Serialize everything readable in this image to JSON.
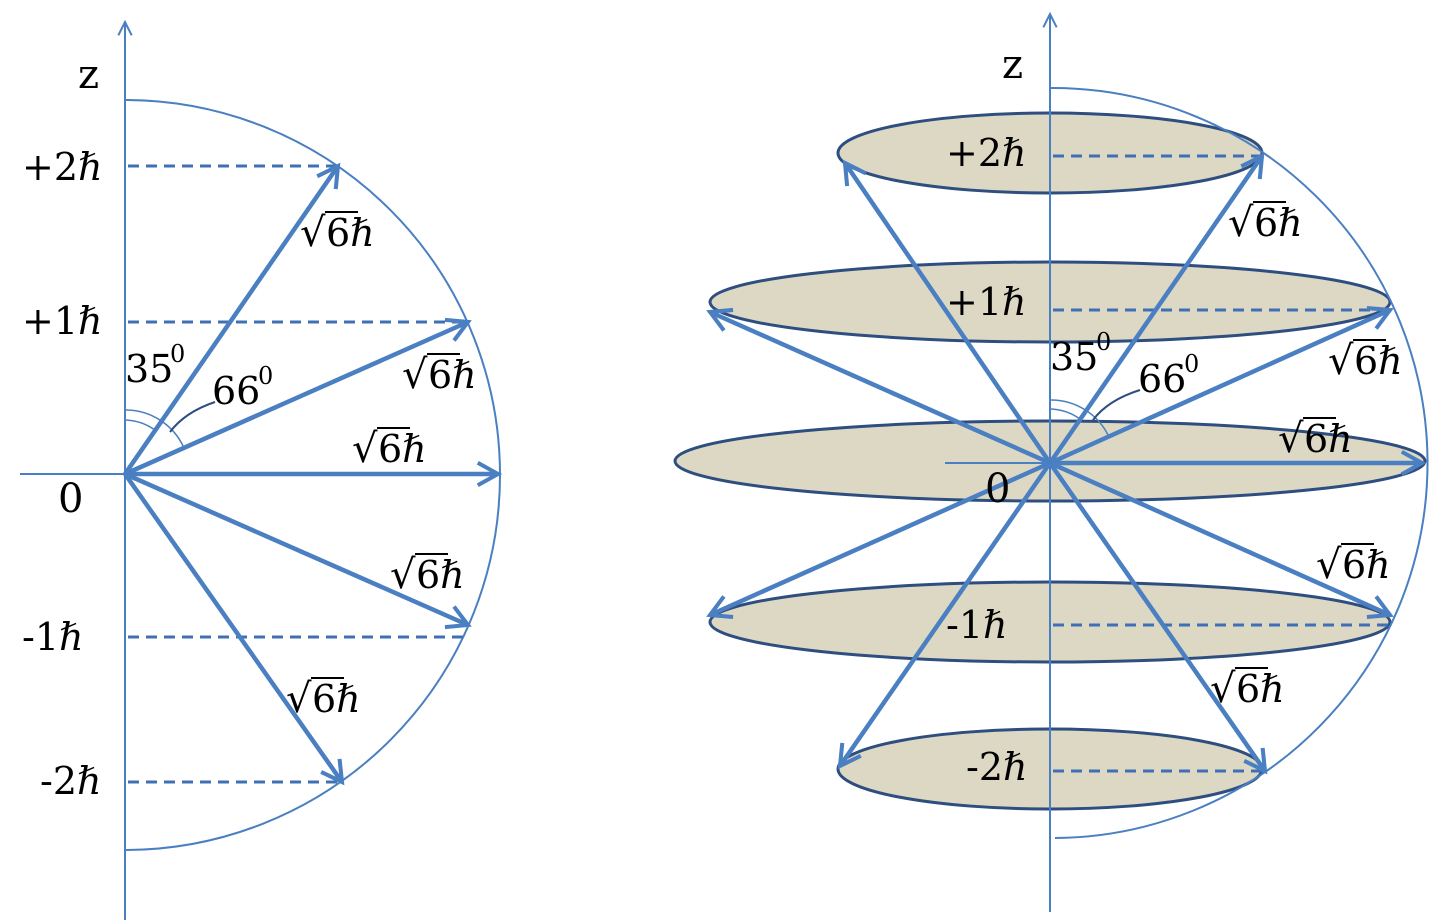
{
  "colors": {
    "vector": "#4a7fc1",
    "axis": "#4a7fc1",
    "dashed": "#3f6fb4",
    "ellipse_fill": "#ddd8c4",
    "ellipse_stroke": "#2e4e80",
    "text": "#000000"
  },
  "left_diagram": {
    "axis_label": "z",
    "origin_label": "0",
    "levels": [
      "+2ℏ",
      "+1ℏ",
      "-1ℏ",
      "-2ℏ"
    ],
    "vector_label": "6ℏ",
    "angle_35": "35",
    "angle_66": "66",
    "degree_sup": "0"
  },
  "right_diagram": {
    "axis_label": "z",
    "origin_label": "0",
    "levels": [
      "+2ℏ",
      "+1ℏ",
      "-1ℏ",
      "-2ℏ"
    ],
    "vector_label": "6ℏ",
    "angle_35": "35",
    "angle_66": "66",
    "degree_sup": "0"
  }
}
